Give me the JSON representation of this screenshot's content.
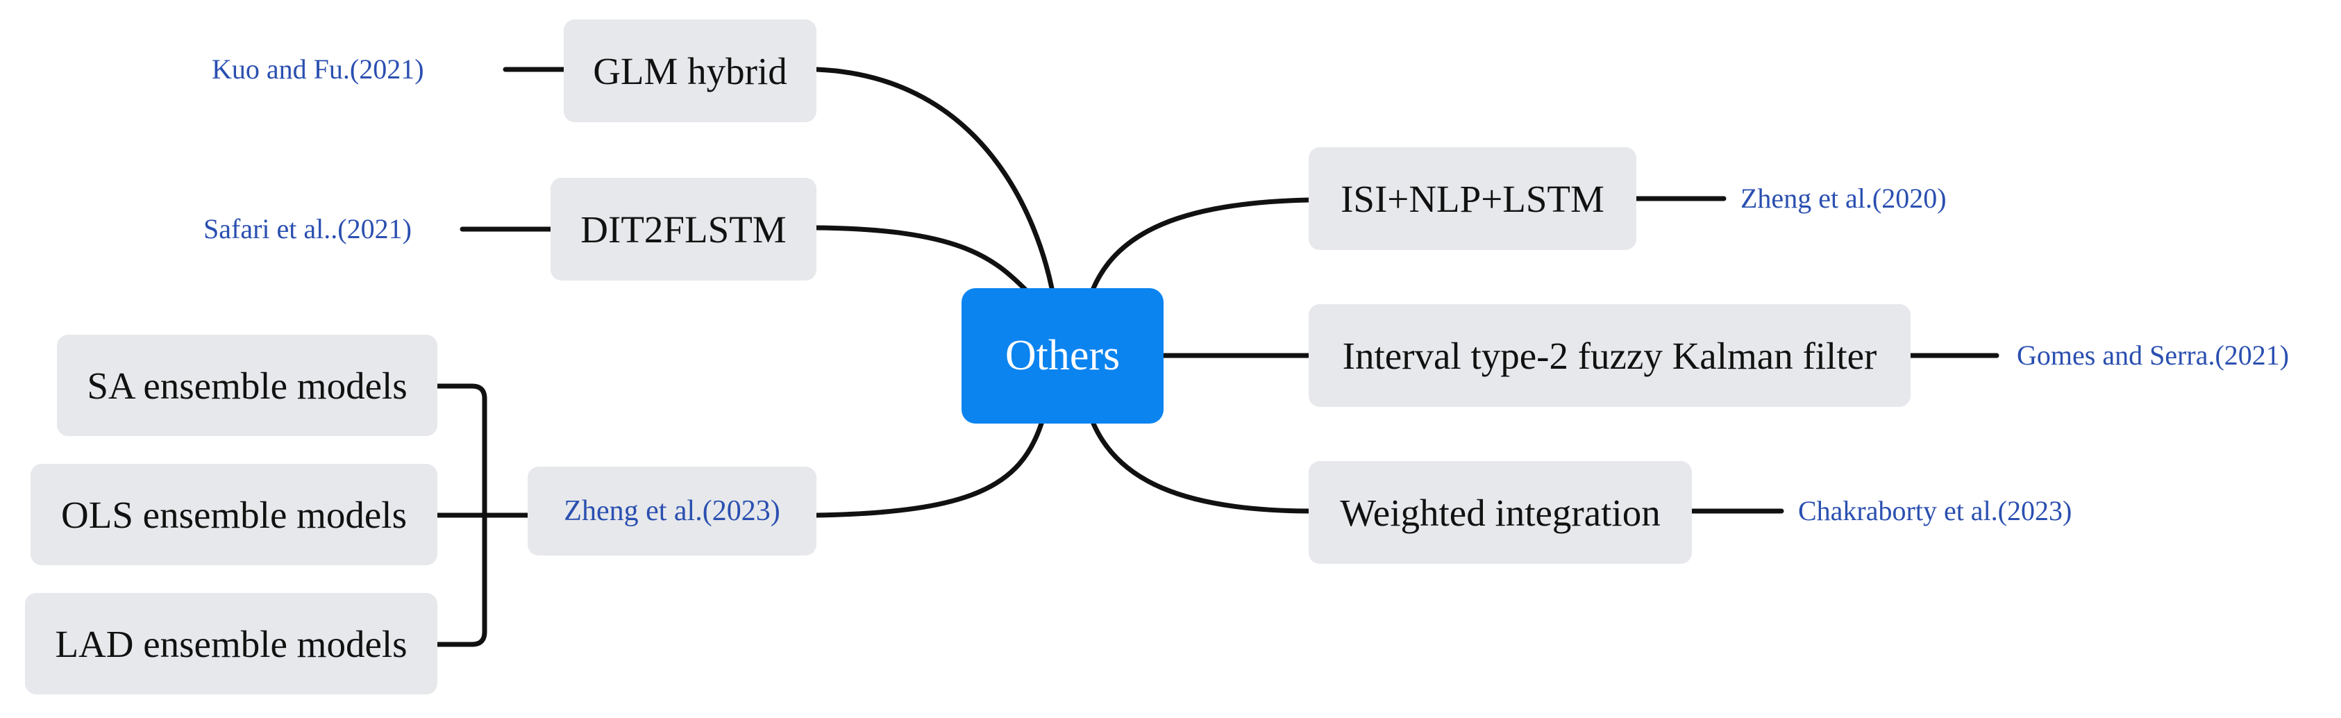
{
  "center": {
    "label": "Others"
  },
  "left_branches": [
    {
      "method": "GLM hybrid",
      "citation": "Kuo and Fu.(2021)"
    },
    {
      "method": "DIT2FLSTM",
      "citation": "Safari et al..(2021)"
    }
  ],
  "ensemble_group": {
    "citation": "Zheng et al.(2023)",
    "models": [
      "SA ensemble models",
      "OLS ensemble models",
      "LAD ensemble models"
    ]
  },
  "right_branches": [
    {
      "method": "ISI+NLP+LSTM",
      "citation": "Zheng et al.(2020)"
    },
    {
      "method": "Interval type-2 fuzzy Kalman filter",
      "citation": "Gomes and Serra.(2021)"
    },
    {
      "method": "Weighted integration",
      "citation": "Chakraborty et al.(2023)"
    }
  ],
  "colors": {
    "center": "#0b84f0",
    "node": "#e6e8eb",
    "citation": "#2a4fb0",
    "edge": "#111111"
  }
}
